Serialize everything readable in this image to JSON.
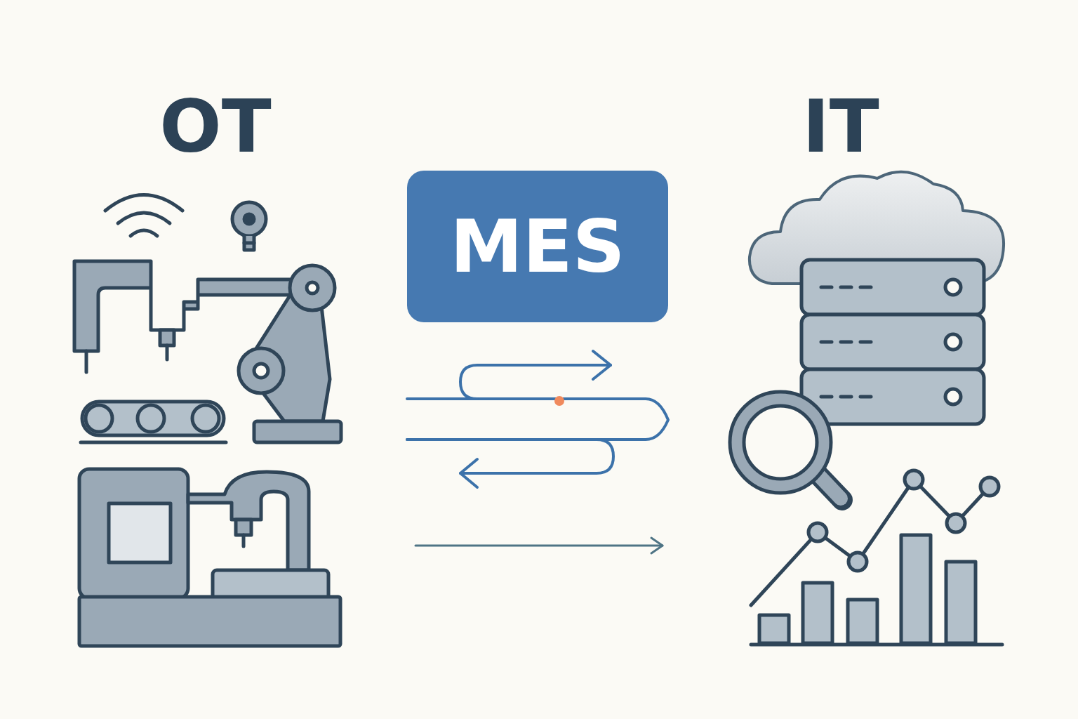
{
  "diagram": {
    "nodes": [
      {
        "text": [
          "MES"
        ]
      }
    ],
    "labels": [
      "OT",
      "IT"
    ]
  }
}
